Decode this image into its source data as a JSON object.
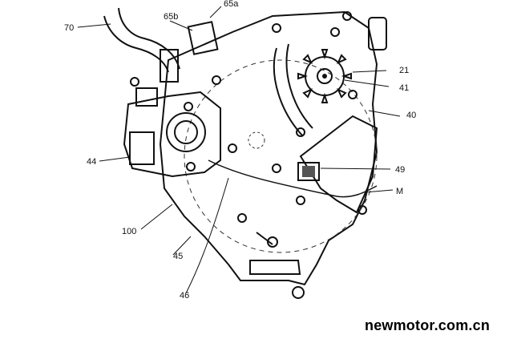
{
  "diagram": {
    "labels": {
      "l70": "70",
      "l65b": "65b",
      "l65a": "65a",
      "l21": "21",
      "l41": "41",
      "l40": "40",
      "l44": "44",
      "l49": "49",
      "lM": "M",
      "l100": "100",
      "l45": "45",
      "l46": "46"
    }
  },
  "watermark": {
    "text": "newmotor.com.cn"
  },
  "colors": {
    "line": "#111111",
    "background": "#ffffff"
  }
}
